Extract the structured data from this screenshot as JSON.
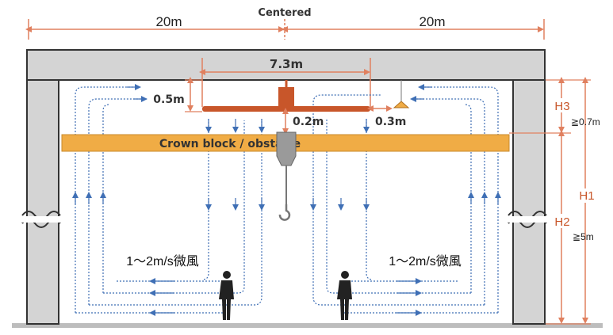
{
  "header": {
    "label": "Centered",
    "left_span": "20m",
    "right_span": "20m"
  },
  "fan": {
    "span": "7.3m",
    "drop": "0.5m",
    "gap_below": "0.2m",
    "side_gap": "0.3m"
  },
  "obstacle": {
    "label": "Crown block / obstacle"
  },
  "heights": {
    "h1": "H1",
    "h2": "H2",
    "h3": "H3",
    "h2_min": "≧5m",
    "h3_min": "≧0.7m"
  },
  "airflow": {
    "left_label": "1～2m/s微風",
    "right_label": "1～2m/s微風"
  },
  "colors": {
    "accent": "#c8562a",
    "dimension": "#e0805f",
    "beam": "#f0ac45",
    "wall": "#d4d4d4",
    "airflow": "#3f6fb5"
  }
}
